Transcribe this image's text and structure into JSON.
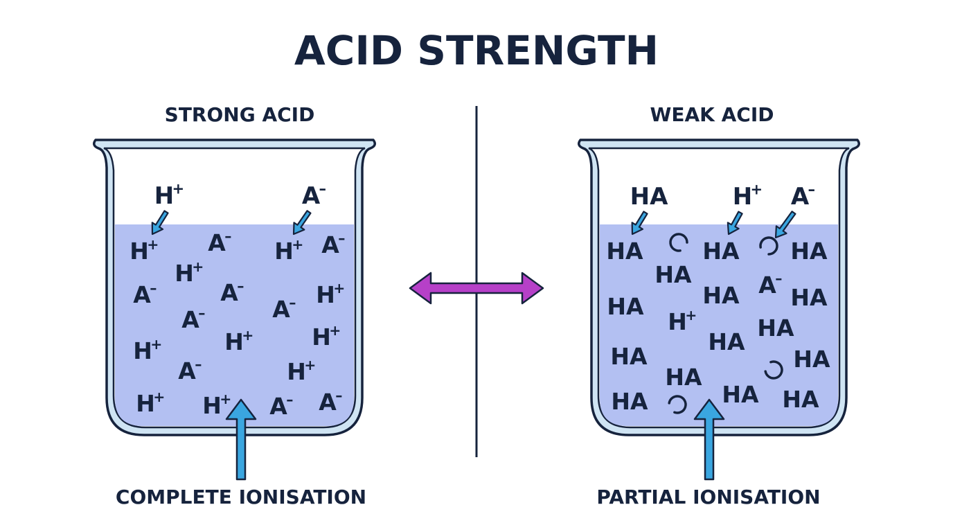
{
  "diagram": {
    "title": "ACID STRENGTH",
    "colors": {
      "text": "#16233d",
      "liquid": "#b3c0f2",
      "beaker_fill": "#ffffff",
      "beaker_rim": "#cfe4f3",
      "beaker_outline": "#16233d",
      "pointer_arrow": "#3aa6e0",
      "equilibrium_arrow": "#b640c8",
      "divider": "#16233d"
    },
    "divider": {
      "visible": true
    },
    "equilibrium_arrow": {
      "direction": "double"
    },
    "panels": [
      {
        "id": "strong",
        "heading": "STRONG ACID",
        "caption": "COMPLETE IONISATION",
        "callouts": [
          {
            "base": "H",
            "sup": "+"
          },
          {
            "base": "A",
            "sup": "-"
          }
        ],
        "species": [
          {
            "base": "H",
            "sup": "+"
          },
          {
            "base": "A",
            "sup": "-"
          },
          {
            "base": "H",
            "sup": "+"
          },
          {
            "base": "A",
            "sup": "-"
          },
          {
            "base": "H",
            "sup": "+"
          },
          {
            "base": "A",
            "sup": "-"
          },
          {
            "base": "A",
            "sup": "-"
          },
          {
            "base": "A",
            "sup": "-"
          },
          {
            "base": "H",
            "sup": "+"
          },
          {
            "base": "A",
            "sup": "-"
          },
          {
            "base": "H",
            "sup": "+"
          },
          {
            "base": "H",
            "sup": "+"
          },
          {
            "base": "H",
            "sup": "+"
          },
          {
            "base": "A",
            "sup": "-"
          },
          {
            "base": "H",
            "sup": "+"
          },
          {
            "base": "H",
            "sup": "+"
          },
          {
            "base": "H",
            "sup": "+"
          },
          {
            "base": "A",
            "sup": "-"
          },
          {
            "base": "A",
            "sup": "-"
          }
        ],
        "open_ring_count": 0
      },
      {
        "id": "weak",
        "heading": "WEAK ACID",
        "caption": "PARTIAL IONISATION",
        "callouts": [
          {
            "base": "HA",
            "sup": ""
          },
          {
            "base": "H",
            "sup": "+"
          },
          {
            "base": "A",
            "sup": "-"
          }
        ],
        "species": [
          {
            "base": "HA",
            "sup": ""
          },
          {
            "base": "HA",
            "sup": ""
          },
          {
            "base": "HA",
            "sup": ""
          },
          {
            "base": "HA",
            "sup": ""
          },
          {
            "base": "HA",
            "sup": ""
          },
          {
            "base": "A",
            "sup": "-"
          },
          {
            "base": "HA",
            "sup": ""
          },
          {
            "base": "HA",
            "sup": ""
          },
          {
            "base": "H",
            "sup": "+"
          },
          {
            "base": "HA",
            "sup": ""
          },
          {
            "base": "HA",
            "sup": ""
          },
          {
            "base": "HA",
            "sup": ""
          },
          {
            "base": "HA",
            "sup": ""
          },
          {
            "base": "HA",
            "sup": ""
          },
          {
            "base": "HA",
            "sup": ""
          },
          {
            "base": "HA",
            "sup": ""
          },
          {
            "base": "HA",
            "sup": ""
          }
        ],
        "open_ring_count": 4
      }
    ]
  }
}
